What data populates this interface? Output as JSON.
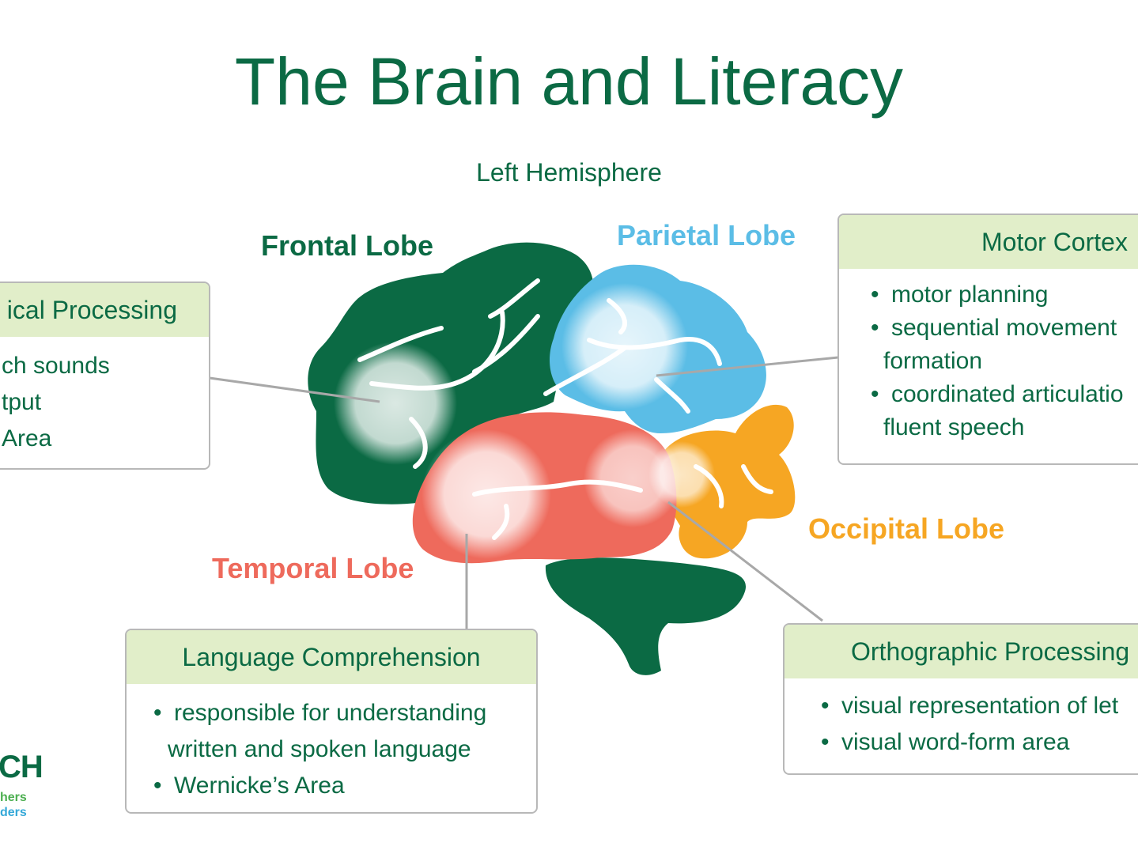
{
  "title": "The Brain and Literacy",
  "subtitle": "Left Hemisphere",
  "lobes": {
    "frontal": {
      "label": "Frontal Lobe",
      "color": "#0b6a44"
    },
    "parietal": {
      "label": "Parietal Lobe",
      "color": "#5bbde6"
    },
    "temporal": {
      "label": "Temporal Lobe",
      "color": "#ee6a5c"
    },
    "occipital": {
      "label": "Occipital Lobe",
      "color": "#f6a623"
    }
  },
  "boxes": {
    "phonological": {
      "head": "ical Processing",
      "lines": [
        "ch sounds",
        "tput",
        " Area"
      ]
    },
    "motor": {
      "head": "Motor Cortex",
      "items": [
        {
          "l1": "motor planning"
        },
        {
          "l1": "sequential movement",
          "l2": "formation"
        },
        {
          "l1": "coordinated articulatio",
          "l2": "fluent speech"
        }
      ]
    },
    "language": {
      "head": "Language Comprehension",
      "items": [
        {
          "l1": "responsible for understanding",
          "l2": "written and spoken language"
        },
        {
          "l1": "Wernicke’s Area"
        }
      ]
    },
    "orthographic": {
      "head": "Orthographic Processing",
      "items": [
        {
          "l1": "visual representation of let"
        },
        {
          "l1": "visual word-form area"
        }
      ]
    }
  },
  "logo": {
    "mark": "CH",
    "line1": "hers",
    "line2": "ders"
  },
  "colors": {
    "accent": "#0b6a44",
    "header_bg": "#e1eec9",
    "border": "#b8b8b8"
  }
}
